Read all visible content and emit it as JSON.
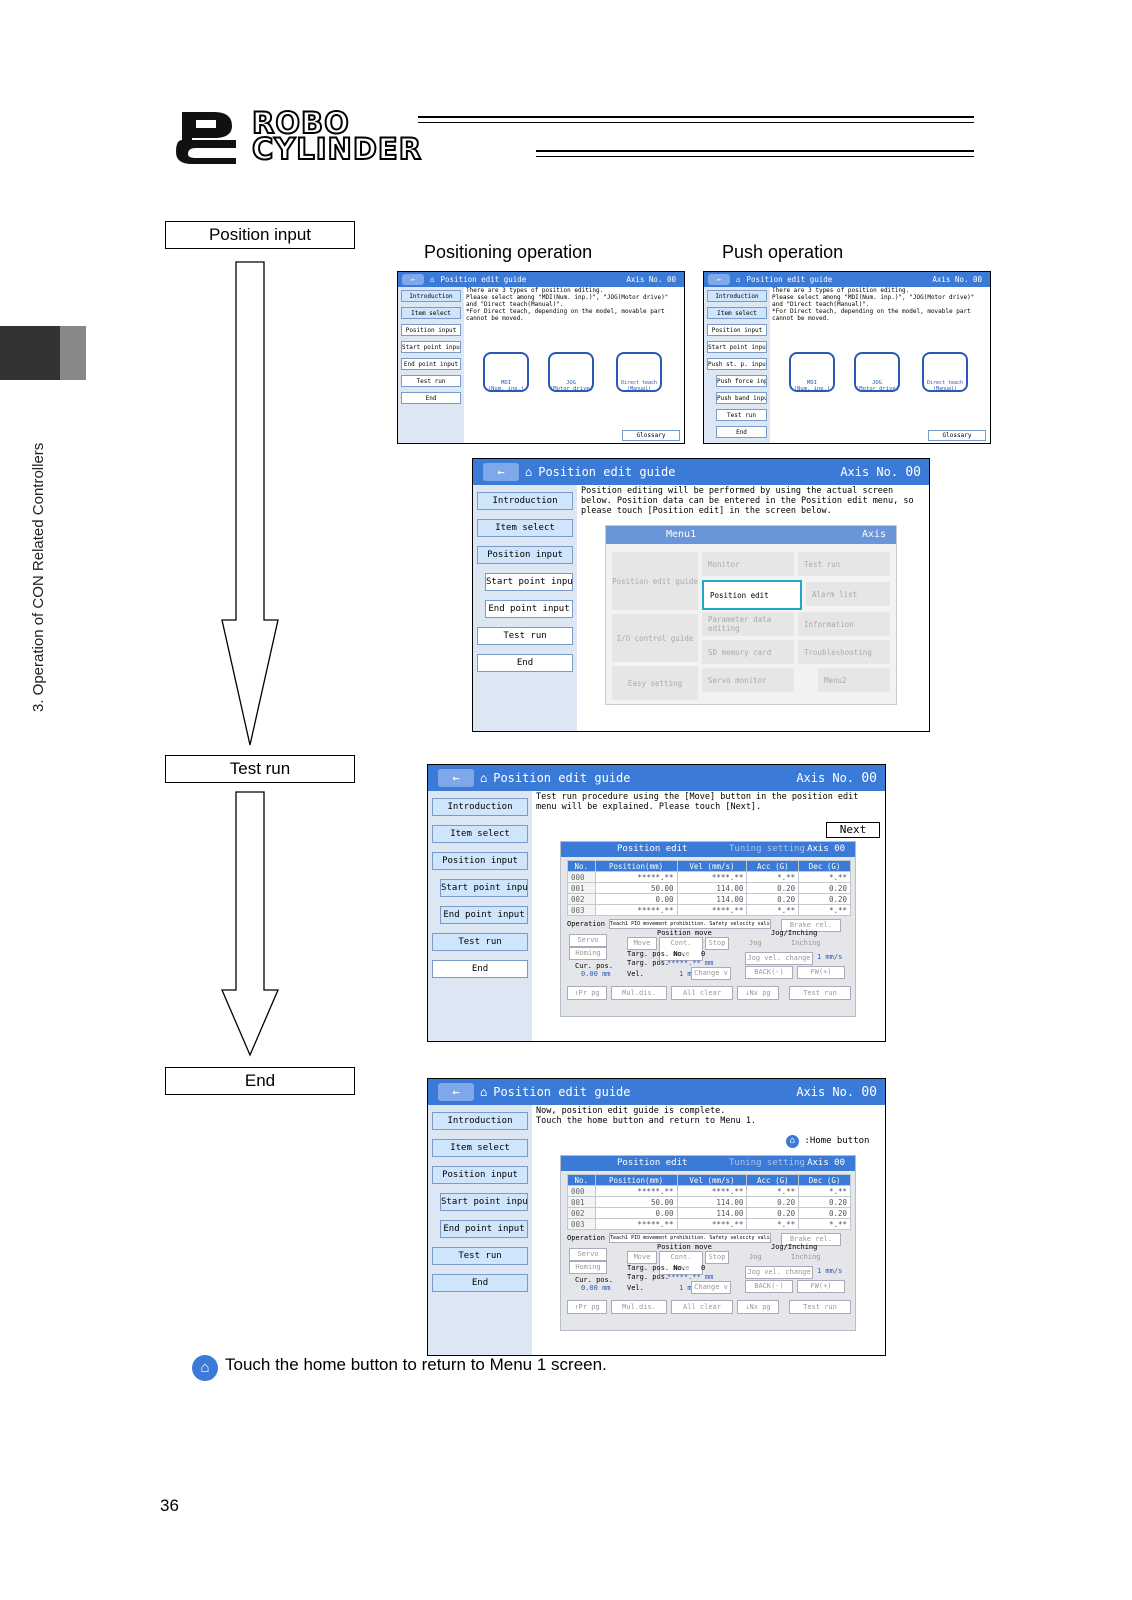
{
  "brand": {
    "line1": "ROBO",
    "line2": "CYLINDER"
  },
  "section_label": "3. Operation of CON Related Controllers",
  "steps": {
    "position_input": "Position input",
    "test_run": "Test run",
    "end": "End"
  },
  "captions": {
    "positioning": "Positioning operation",
    "push": "Push operation"
  },
  "screen_common": {
    "title": "Position edit guide",
    "axis_label": "Axis No.",
    "axis_value": "00",
    "glossary": "Glossary"
  },
  "small_screen_text": "There are 3 types of position editing.\nPlease select among \"MDI(Num. inp.)\", \"JOG(Motor drive)\" and \"Direct teach(Manual)\".\n*For Direct teach, depending on the model, movable part cannot be moved.",
  "tiles": [
    {
      "label": "MDI\n(Num. inp.)"
    },
    {
      "label": "JOG\n(Motor drive)"
    },
    {
      "label": "Direct teach\n(Manual)"
    }
  ],
  "sidebar_positioning": [
    "Introduction",
    "Item select",
    "Position input",
    "Start point input",
    "End point input",
    "Test run",
    "End"
  ],
  "sidebar_push": [
    "Introduction",
    "Item select",
    "Position input",
    "Start point input",
    "Push st. p. input",
    "Push force input",
    "Push band input",
    "Test run",
    "End"
  ],
  "screen3_text": "Position editing will be performed by using the actual screen below. Position data can be entered in the Position edit menu, so please touch [Position edit] in the screen below.",
  "menu1": {
    "title": "Menu1",
    "axis": "Axis",
    "items": [
      "Position edit guide",
      "Monitor",
      "Test run",
      "Position edit",
      "Alarm list",
      "I/O control guide",
      "Parameter data editing",
      "Information",
      "SD memory card",
      "Troubleshooting",
      "Easy setting",
      "Servo monitor",
      "Menu2"
    ]
  },
  "screen4_text": "Test run procedure using the [Move] button in the position edit menu will be explained. Please touch [Next].",
  "next_label": "Next",
  "screen5_text": "Now, position edit guide is complete.\nTouch the home button and return to Menu 1.",
  "home_button_label": ":Home button",
  "pos_edit": {
    "title": "Position edit",
    "tuning": "Tuning setting",
    "axis": "Axis 00",
    "headers": [
      "No.",
      "Position(mm)",
      "Vel (mm/s)",
      "Acc (G)",
      "Dec (G)"
    ],
    "rows": [
      [
        "000",
        "*****.**",
        "****.**",
        "*.**",
        "*.**"
      ],
      [
        "001",
        "50.00",
        "114.00",
        "0.20",
        "0.20"
      ],
      [
        "002",
        "0.00",
        "114.00",
        "0.20",
        "0.20"
      ],
      [
        "003",
        "*****.**",
        "****.**",
        "*.**",
        "*.**"
      ]
    ],
    "operation": "Operation",
    "operation_value": "Teach1 PIO movement prohibition. Safety velocity valid",
    "brake": "Brake rel.",
    "servo": "Servo",
    "homing": "Homing",
    "position_move": "Position move",
    "move": "Move",
    "cont_move": "Cont. move",
    "stop": "Stop",
    "targ_no": "Targ. pos. No.",
    "targ_no_val": "0",
    "targ_pos": "Targ. pos.",
    "targ_pos_val": "*****.** mm",
    "cur_pos": "Cur. pos.",
    "cur_pos_val": "0.00 mm",
    "vel": "Vel.",
    "vel_val": "1 mm/s",
    "change_v": "Change v",
    "jog": "Jog/Inching",
    "jog_opt": "Jog",
    "inching_opt": "Inching",
    "jog_vel": "Jog vel. change",
    "jog_vel_val": "1 mm/s",
    "back": "BACK(-)",
    "fw": "FW(+)",
    "bottom": [
      "↑Pr pg",
      "Mul.dis.",
      "All clear",
      "↓Nx pg",
      "Test run"
    ]
  },
  "footer_note": "Touch the home button to return to Menu 1 screen.",
  "page_number": "36",
  "colors": {
    "header_blue": "#3c7ad8",
    "sidebar_bg": "#dde6f3",
    "active_btn": "#cfe5fb"
  }
}
